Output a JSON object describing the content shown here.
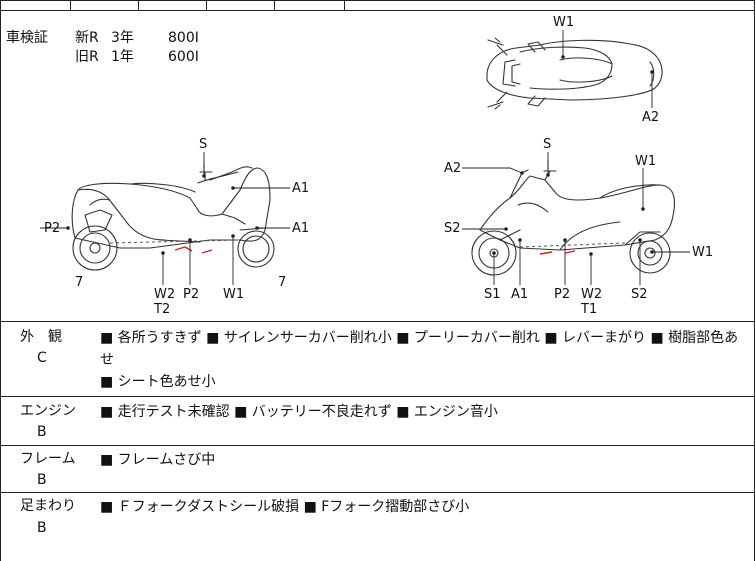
{
  "inspection": {
    "label": "車検証",
    "lines": [
      {
        "kind": "新R",
        "term": "3年",
        "price": "800Ι"
      },
      {
        "kind": "旧R",
        "term": "1年",
        "price": "600Ι"
      }
    ]
  },
  "diagram_labels": {
    "top_view": [
      "W1",
      "A2"
    ],
    "left_side": [
      "S",
      "A1",
      "A1",
      "P2",
      "7",
      "7",
      "W2",
      "T2",
      "P2",
      "W1"
    ],
    "right_side": [
      "S",
      "A2",
      "W1",
      "S2",
      "W1",
      "S1",
      "A1",
      "P2",
      "W2",
      "T1",
      "S2"
    ]
  },
  "sections": [
    {
      "title": "外　観",
      "grade": "C",
      "notes": [
        "■ 各所うすきず ■ サイレンサーカバー削れ小 ■ プーリーカバー削れ ■ レバーまがり ■ 樹脂部色あせ",
        "■ シート色あせ小"
      ]
    },
    {
      "title": "エンジン",
      "grade": "B",
      "notes": [
        "■ 走行テスト未確認 ■ バッテリー不良走れず ■ エンジン音小"
      ]
    },
    {
      "title": "フレーム",
      "grade": "B",
      "notes": [
        "■ フレームさび中"
      ]
    },
    {
      "title": "足まわり",
      "grade": "B",
      "notes": [
        "■ Ｆフォークダストシール破損 ■ Fフォーク摺動部さび小"
      ]
    }
  ],
  "colors": {
    "line": "#222222",
    "damage_mark": "#cc2222"
  }
}
